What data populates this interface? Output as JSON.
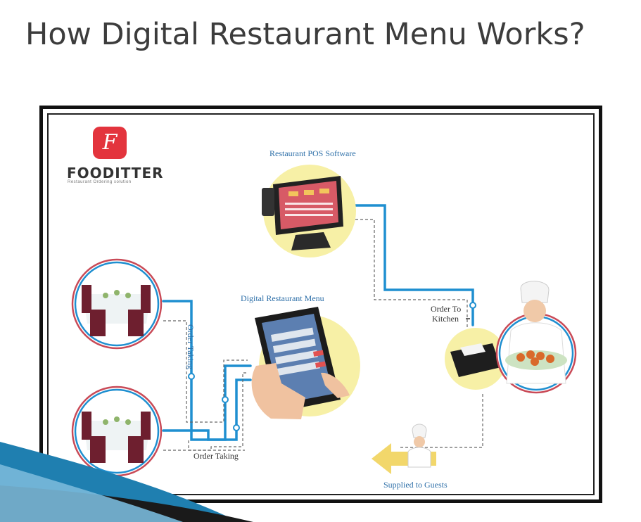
{
  "slide": {
    "title": "How Digital Restaurant Menu Works?"
  },
  "brand": {
    "name": "FOODITTER",
    "tagline": "Restaurant Ordering solution",
    "logo_letter": "F"
  },
  "diagram": {
    "pos_label": "Restaurant POS Software",
    "menu_label": "Digital Restaurant Menu",
    "order_taking_vertical": "Order Taking",
    "order_taking_horizontal": "Order Taking",
    "order_to_kitchen_1": "Order To",
    "order_to_kitchen_2": "Kitchen",
    "supplied_label": "Supplied to Guests"
  },
  "colors": {
    "flow_line": "#1f8fd0",
    "accent_circle": "#f7f0a6",
    "table_ring": "#c94a57",
    "logo": "#e3343d",
    "title": "#3c3c3c"
  }
}
